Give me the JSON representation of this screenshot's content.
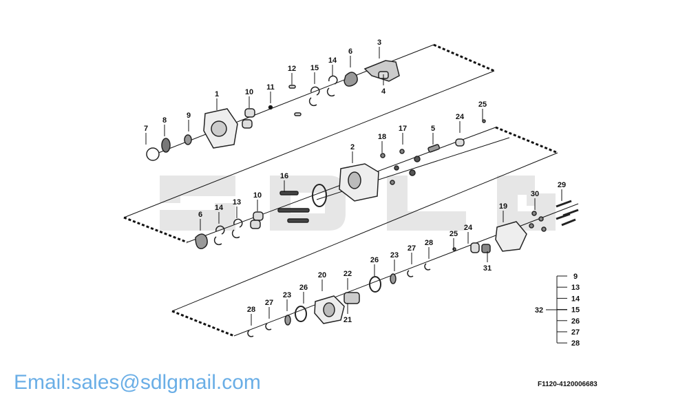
{
  "watermark": {
    "brand": "SDLG",
    "email": "Email:sales@sdlgmail.com"
  },
  "callouts": [
    "1",
    "10",
    "11",
    "12",
    "15",
    "14",
    "6",
    "3",
    "4",
    "7",
    "8",
    "9",
    "25",
    "24",
    "5",
    "17",
    "18",
    "2",
    "16",
    "10",
    "13",
    "14",
    "6",
    "29",
    "30",
    "19",
    "24",
    "25",
    "28",
    "27",
    "23",
    "26",
    "22",
    "20",
    "21",
    "26",
    "23",
    "27",
    "28",
    "31"
  ],
  "kit": {
    "label": "32",
    "items": [
      "9",
      "13",
      "14",
      "15",
      "26",
      "27",
      "28"
    ]
  },
  "drawing_code": "F1120-4120006683"
}
